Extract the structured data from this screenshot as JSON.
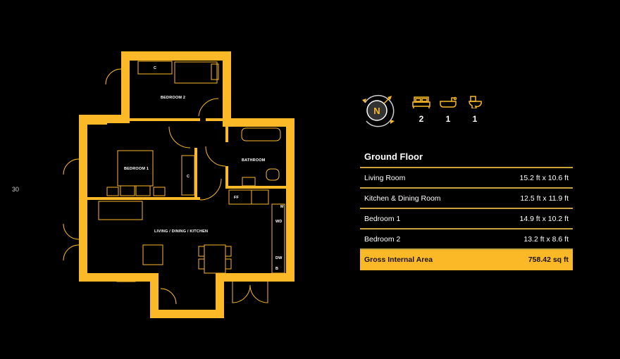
{
  "page_number": "30",
  "colors": {
    "accent": "#fbb928",
    "background": "#000000",
    "divider": "#c9a43c"
  },
  "plan": {
    "rooms": {
      "bedroom2": "BEDROOM 2",
      "bedroom1": "BEDROOM 1",
      "bathroom": "BATHROOM",
      "living": "LIVING / DINING / KITCHEN",
      "cupboard1": "C",
      "cupboard2": "C",
      "ff": "FF",
      "m": "M",
      "wd": "WD",
      "dw": "DW",
      "b": "B"
    }
  },
  "compass": {
    "icon": "compass-north-icon",
    "label": "N"
  },
  "features": [
    {
      "icon": "bed-icon",
      "count": "2"
    },
    {
      "icon": "bath-icon",
      "count": "1"
    },
    {
      "icon": "toilet-icon",
      "count": "1"
    }
  ],
  "schedule": {
    "title": "Ground Floor",
    "rows": [
      {
        "room": "Living Room",
        "size": "15.2 ft x 10.6 ft"
      },
      {
        "room": "Kitchen & Dining Room",
        "size": "12.5 ft x 11.9 ft"
      },
      {
        "room": "Bedroom 1",
        "size": "14.9 ft x 10.2 ft"
      },
      {
        "room": "Bedroom 2",
        "size": "13.2 ft x 8.6 ft"
      }
    ],
    "total": {
      "label": "Gross Internal Area",
      "value": "758.42 sq ft"
    }
  }
}
